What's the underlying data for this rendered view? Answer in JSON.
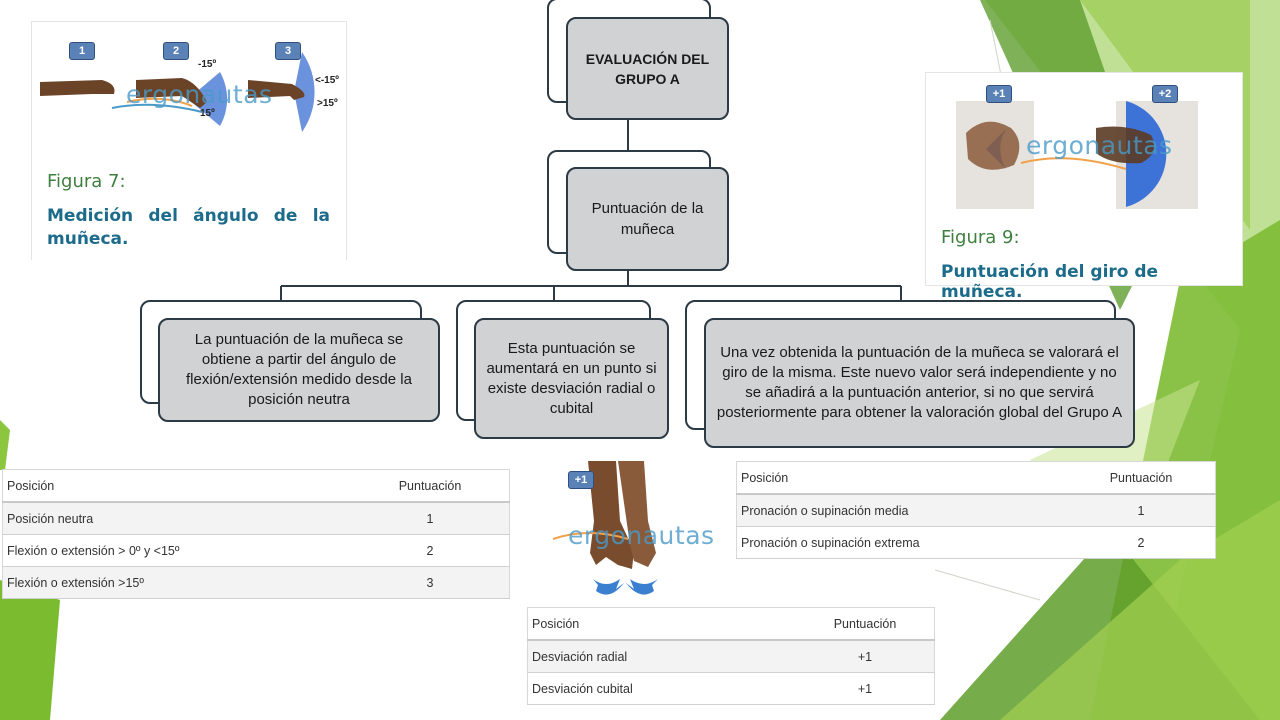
{
  "colors": {
    "green_dark": "#6fae2f",
    "green_light": "#a8d05a",
    "card_fill": "#d1d2d4",
    "card_border": "#2b3a44",
    "figure_label": "#3f7f3f",
    "figure_title": "#1c6b8a",
    "badge_blue": "#5b82b6"
  },
  "diagram": {
    "root": "EVALUACIÓN DEL GRUPO A",
    "level2": "Puntuación de la muñeca",
    "children": [
      "La puntuación de la muñeca se obtiene a partir del ángulo de flexión/extensión medido desde la posición neutra",
      "Esta puntuación se aumentará en un punto si existe desviación radial o cubital",
      "Una vez obtenida la puntuación de la muñeca se valorará el giro de la misma.  Este nuevo valor será independiente y no se añadirá a la puntuación anterior, si no que servirá posteriormente para obtener la valoración global del Grupo A"
    ]
  },
  "figure7": {
    "badges": [
      "1",
      "2",
      "3"
    ],
    "angle_labels": [
      "-15º",
      "15º",
      "<-15º",
      ">15º"
    ],
    "watermark": "ergonautas",
    "label": "Figura 7:",
    "title": "Medición del ángulo de la muñeca."
  },
  "figure9": {
    "badges": [
      "+1",
      "+2"
    ],
    "watermark": "ergonautas",
    "label": "Figura 9:",
    "title": "Puntuación del giro de muñeca."
  },
  "deviation_figure": {
    "badge": "+1",
    "watermark": "ergonautas"
  },
  "table_wrist": {
    "headers": [
      "Posición",
      "Puntuación"
    ],
    "rows": [
      [
        "Posición neutra",
        "1"
      ],
      [
        "Flexión o extensión > 0º y <15º",
        "2"
      ],
      [
        "Flexión o extensión >15º",
        "3"
      ]
    ]
  },
  "table_twist": {
    "headers": [
      "Posición",
      "Puntuación"
    ],
    "rows": [
      [
        "Pronación o supinación media",
        "1"
      ],
      [
        "Pronación o supinación extrema",
        "2"
      ]
    ]
  },
  "table_deviation": {
    "headers": [
      "Posición",
      "Puntuación"
    ],
    "rows": [
      [
        "Desviación radial",
        "+1"
      ],
      [
        "Desviación cubital",
        "+1"
      ]
    ]
  }
}
